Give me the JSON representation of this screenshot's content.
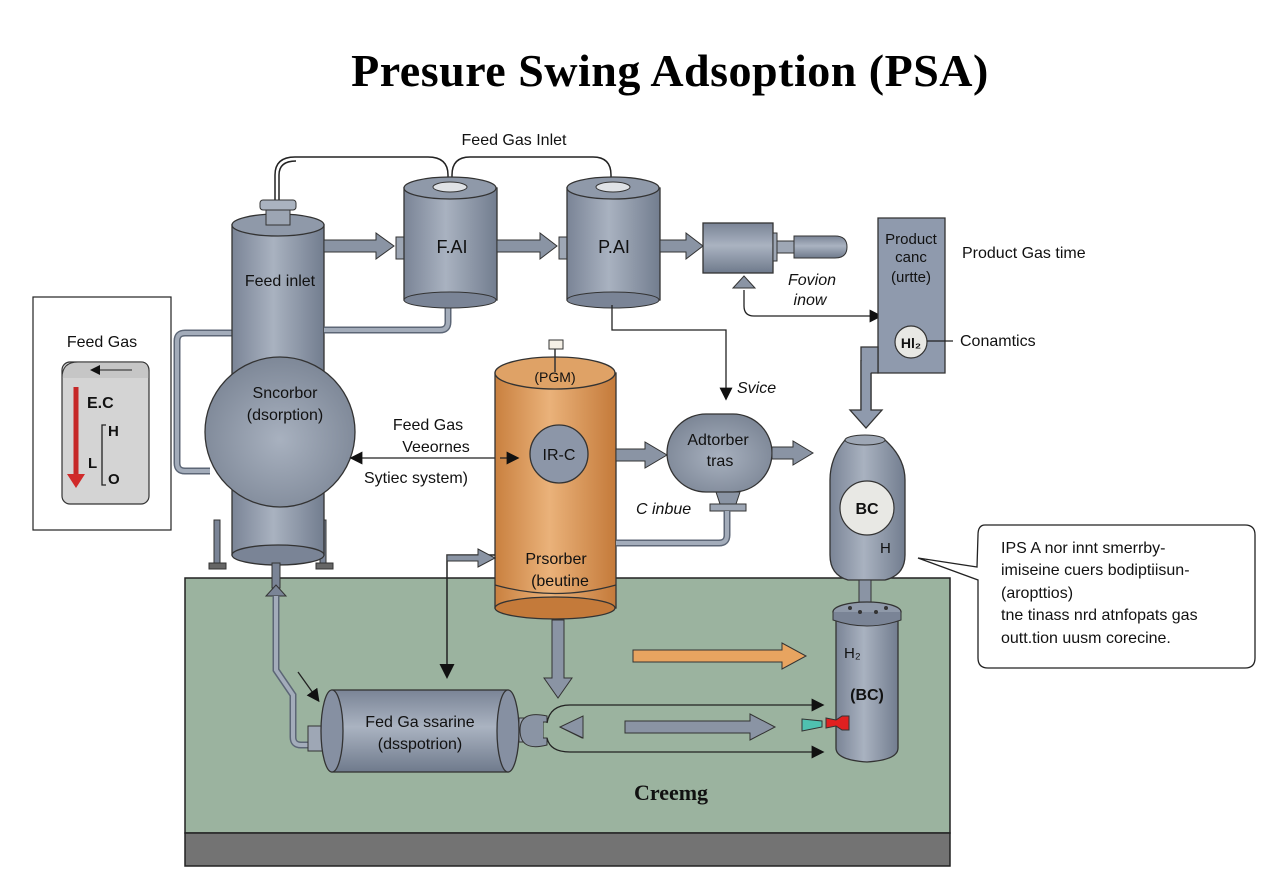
{
  "title": "Presure Swing Adsoption (PSA)",
  "colors": {
    "steel": "#8e98a8",
    "steel_dark": "#6f7a8c",
    "copper": "#dc9a5a",
    "ground": "#9bb39f",
    "base": "#727272",
    "arrow_orange": "#e8a460",
    "valve_red": "#e02020",
    "valve_teal": "#4fc1b0",
    "legend_arrow_red": "#d02a2a"
  },
  "labels": {
    "feed_gas_inlet": "Feed Gas Inlet",
    "feed_inlet_column": "Feed inlet",
    "tank_fai": "F.AI",
    "tank_pai": "P.AI",
    "fovion_line1": "Fovion",
    "fovion_line2": "inow",
    "product_canc_line1": "Product",
    "product_canc_line2": "canc",
    "product_canc_line3": "(urtte)",
    "product_gas_time": "Product Gas time",
    "h2_gauge": "Hl₂",
    "conamtics": "Conamtics",
    "sncorbor_line1": "Sncorbor",
    "sncorbor_line2": "(dsorption)",
    "feed_gas_veeornes_line1": "Feed Gas",
    "feed_gas_veeornes_line2": "Veeornes",
    "sytiec_system": "Sytiec system)",
    "psm_cap": "(PGM)",
    "irc": "IR-C",
    "prsorber_line1": "Prsorber",
    "prsorber_line2": "(beutine",
    "svice": "Svice",
    "adtorber_line1": "Adtorber",
    "adtorber_line2": "tras",
    "c_inbue": "C inbue",
    "bc_upper": "BC",
    "h_upper": "H",
    "h2_lower": "H₂",
    "bc_lower": "(BC)",
    "fed_ga_line1": "Fed Ga ssarine",
    "fed_ga_line2": "(dsspotrion)",
    "creemg": "Creemg"
  },
  "legend": {
    "title": "Feed Gas",
    "ec": "E.C",
    "h": "H",
    "l": "L",
    "o": "O"
  },
  "callout": {
    "lines": [
      "IPS A nor innt smerrby-",
      "imiseine cuers bodiptiisun-",
      "(aropttios)",
      "tne tinass nrd atnfopats gas",
      "outt.tion uusm corecine."
    ]
  }
}
